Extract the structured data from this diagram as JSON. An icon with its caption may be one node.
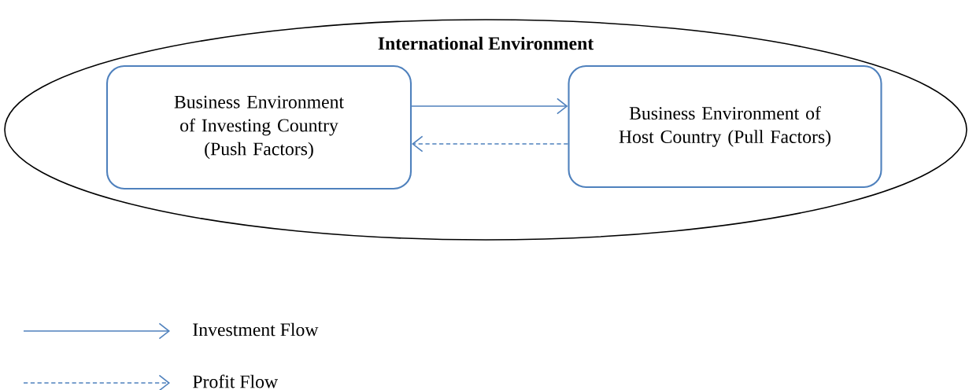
{
  "diagram": {
    "nodes": [
      {
        "text": [
          "International Environment"
        ]
      },
      {
        "text": [
          "Business Environment of Investing Country (Push Factors)"
        ],
        "in": 0
      },
      {
        "text": [
          "Business Environment of Host Country (Pull Factors)"
        ],
        "in": 0
      }
    ],
    "edges": [
      {
        "from": 1,
        "to": 2,
        "arrow": "to"
      },
      {
        "from": 2,
        "to": 1,
        "arrow": "to",
        "style": "dashed"
      }
    ],
    "legend": [
      {
        "text": "Investment Flow"
      },
      {
        "text": "Profit Flow"
      }
    ]
  }
}
